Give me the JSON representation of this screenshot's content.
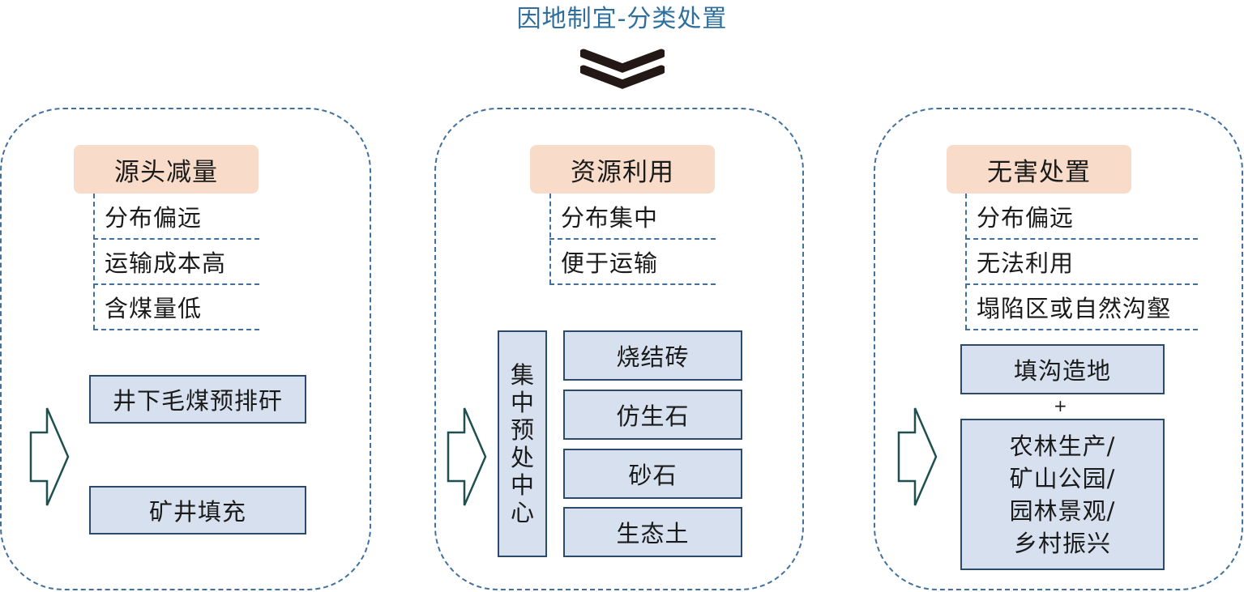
{
  "title": "因地制宜-分类处置",
  "colors": {
    "title": "#2e6f9e",
    "dash_border": "#41709f",
    "header_fill": "#f8dcc9",
    "box_fill": "#d6e0ef",
    "box_border": "#2c4a6a",
    "arrow_stroke": "#1f4f4f",
    "chevron": "#231815"
  },
  "icons": {
    "title_chevron": "double-chevron-down-icon",
    "panel_arrow": "right-arrow-icon"
  },
  "panels": [
    {
      "header": "源头减量",
      "conditions": [
        "分布偏远",
        "运输成本高",
        "含煤量低"
      ],
      "methods": [
        "井下毛煤预排矸",
        "矿井填充"
      ]
    },
    {
      "header": "资源利用",
      "conditions": [
        "分布集中",
        "便于运输"
      ],
      "center": [
        "集",
        "中",
        "预",
        "处",
        "中",
        "心"
      ],
      "products": [
        "烧结砖",
        "仿生石",
        "砂石",
        "生态土"
      ]
    },
    {
      "header": "无害处置",
      "conditions": [
        "分布偏远",
        "无法利用",
        "塌陷区或自然沟壑"
      ],
      "method": "填沟造地",
      "plus": "+",
      "uses": [
        "农林生产/",
        "矿山公园/",
        "园林景观/",
        "乡村振兴"
      ]
    }
  ]
}
